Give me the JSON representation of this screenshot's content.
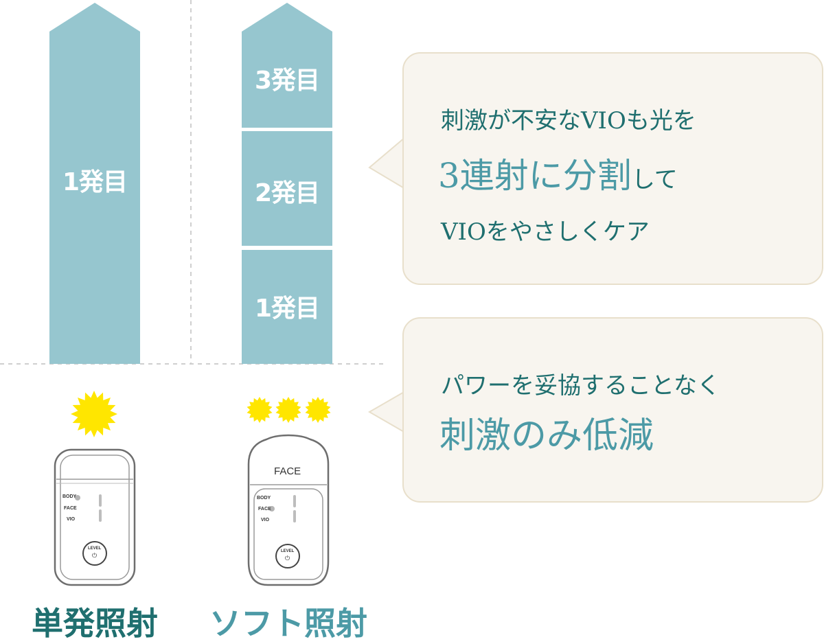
{
  "left_column": {
    "segment_label": "1発目",
    "caption": "単発照射",
    "bursts": 1
  },
  "right_column": {
    "segments": [
      "3発目",
      "2発目",
      "1発目"
    ],
    "caption": "ソフト照射",
    "bursts": 3
  },
  "device": {
    "face_cap_label": "FACE",
    "modes": [
      "BODY",
      "FACE",
      "VIO"
    ],
    "button_label": "LEVEL",
    "power_symbol": "⏻"
  },
  "bubble_top": {
    "line1": "刺激が不安なVIOも光を",
    "line2_highlight": "3連射に分割",
    "line2_tail": "して",
    "line3": "VIOをやさしくケア"
  },
  "bubble_bottom": {
    "line1": "パワーを妥協することなく",
    "line2_highlight": "刺激のみ低減"
  },
  "colors": {
    "arrow_fill": "#96c6cf",
    "burst_yellow": "#ffe600",
    "bubble_bg": "#f8f5ef",
    "bubble_border": "#e8dfcb",
    "text_dark_teal": "#1f6f6f",
    "text_light_teal": "#4c9aa6"
  }
}
